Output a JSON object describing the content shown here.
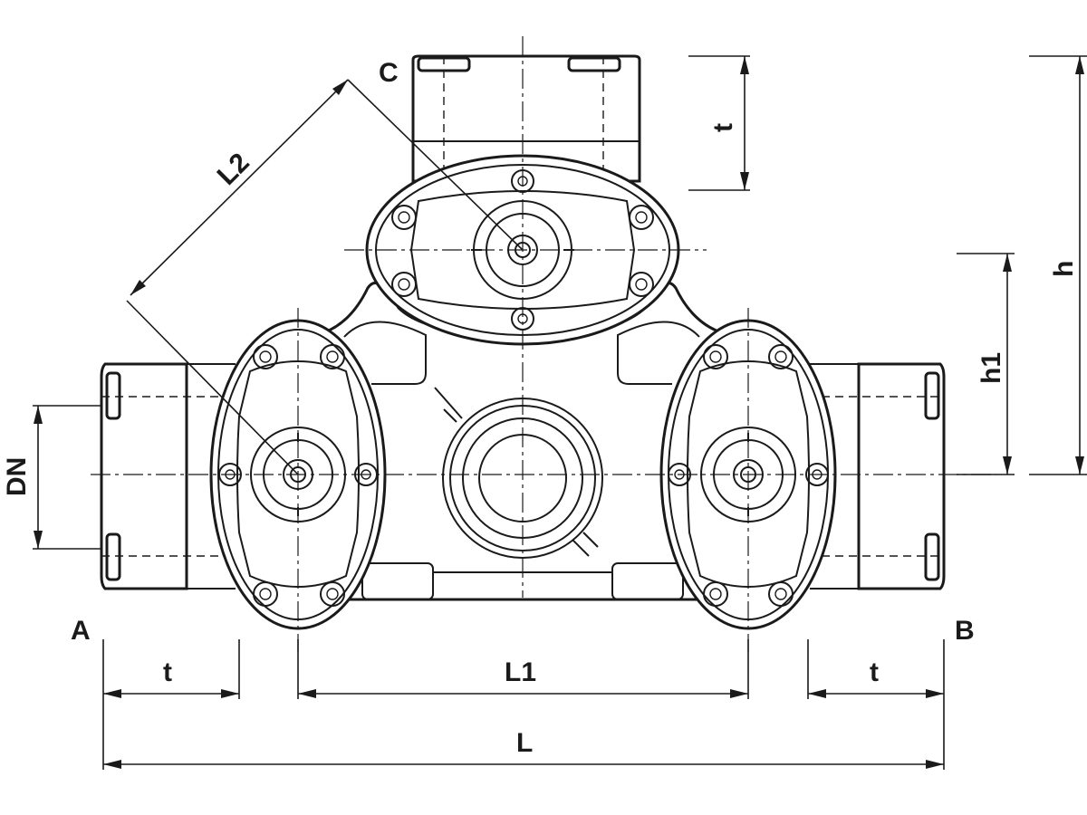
{
  "drawing": {
    "ports": {
      "a": "A",
      "b": "B",
      "c": "C"
    },
    "dimensions": {
      "socket_depth": "t",
      "overall_length": "L",
      "center_distance": "L1",
      "branch_distance": "L2",
      "nominal_diameter": "DN",
      "height": "h",
      "center_height": "h1"
    },
    "colors": {
      "line": "#1a1a1a",
      "background": "#ffffff"
    }
  }
}
